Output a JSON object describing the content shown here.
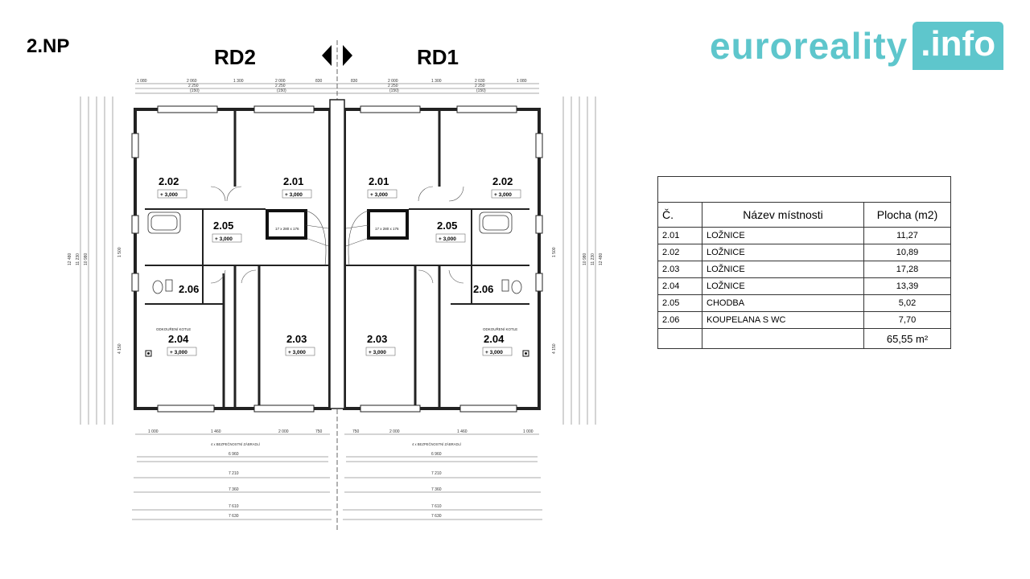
{
  "floor": "2.NP",
  "units": {
    "left": "RD2",
    "right": "RD1"
  },
  "logo": {
    "word": "euroreality",
    "tld": ".info"
  },
  "colors": {
    "brand": "#5ec6cc",
    "wall": "#222222"
  },
  "plan": {
    "rooms_left": [
      {
        "id": "2.02",
        "area": "+ 3,000"
      },
      {
        "id": "2.01",
        "area": "+ 3,000"
      },
      {
        "id": "2.05",
        "area": "+ 3,000"
      },
      {
        "id": "2.06",
        "area": ""
      },
      {
        "id": "2.04",
        "area": "+ 3,000"
      },
      {
        "id": "2.03",
        "area": "+ 3,000"
      }
    ],
    "rooms_right": [
      {
        "id": "2.01",
        "area": "+ 3,000"
      },
      {
        "id": "2.02",
        "area": "+ 3,000"
      },
      {
        "id": "2.05",
        "area": "+ 3,000"
      },
      {
        "id": "2.06",
        "area": ""
      },
      {
        "id": "2.03",
        "area": "+ 3,000"
      },
      {
        "id": "2.04",
        "area": "+ 3,000"
      }
    ],
    "boiler_note": "ODKOUŘENÍ KOTLE",
    "railing_note": "4 x BEZPEČNOSTNÍ ZÁBRADLÍ",
    "stair_note": "17 x 280 x 176",
    "top_dims_left": [
      "1 080",
      "2 060",
      "1 300",
      "2 000",
      "830"
    ],
    "top_dims_right": [
      "830",
      "2 000",
      "1 300",
      "2 030",
      "1 080"
    ],
    "top_sub_dims": [
      "2 250",
      "(150)"
    ],
    "bottom_dims_left": [
      "1 000",
      "1 460",
      "2 000",
      "750"
    ],
    "bottom_dims_right": [
      "750",
      "2 000",
      "1 460",
      "1 000"
    ],
    "overall_dims": [
      "6 960",
      "7 210",
      "7 360",
      "7 610",
      "7 630"
    ],
    "side_dims": [
      "12 480",
      "11 230",
      "10 980",
      "4 150",
      "1 500"
    ]
  },
  "table": {
    "headers": {
      "num": "Č.",
      "name": "Název místnosti",
      "area": "Plocha (m2)"
    },
    "rows": [
      {
        "num": "2.01",
        "name": "LOŽNICE",
        "area": "11,27"
      },
      {
        "num": "2.02",
        "name": "LOŽNICE",
        "area": "10,89"
      },
      {
        "num": "2.03",
        "name": "LOŽNICE",
        "area": "17,28"
      },
      {
        "num": "2.04",
        "name": "LOŽNICE",
        "area": "13,39"
      },
      {
        "num": "2.05",
        "name": "CHODBA",
        "area": "5,02"
      },
      {
        "num": "2.06",
        "name": "KOUPELANA S WC",
        "area": "7,70"
      }
    ],
    "total": "65,55 m²"
  }
}
